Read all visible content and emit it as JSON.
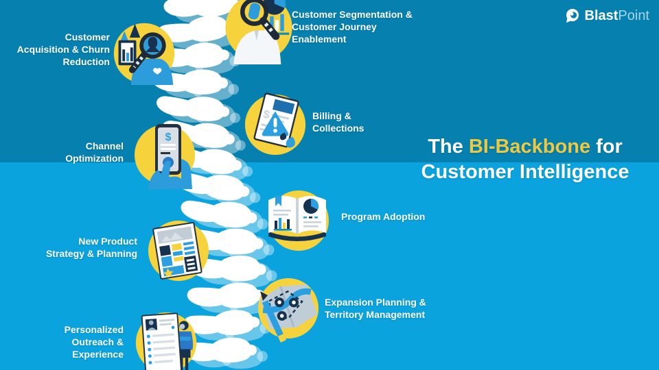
{
  "logo": {
    "icon": "blastpoint-pin-icon",
    "brand_bold": "Blast",
    "brand_light": "Point"
  },
  "title": {
    "prefix": "The ",
    "highlight": "BI-Backbone",
    "suffix": " for",
    "line2": "Customer Intelligence"
  },
  "labels": [
    {
      "id": "customer-acquisition",
      "text": "Customer\nAcquisition & Churn\nReduction",
      "icon": "magnifier-customer-chart-icon"
    },
    {
      "id": "customer-segmentation",
      "text": "Customer Segmentation &\nCustomer Journey\nEnablement",
      "icon": "magnifier-person-analytics-icon"
    },
    {
      "id": "billing-collections",
      "text": "Billing &\nCollections",
      "icon": "invoice-alert-icon"
    },
    {
      "id": "channel-optimization",
      "text": "Channel\nOptimization",
      "icon": "mobile-payment-icon"
    },
    {
      "id": "program-adoption",
      "text": "Program Adoption",
      "icon": "open-book-analytics-icon"
    },
    {
      "id": "new-product",
      "text": "New Product\nStrategy & Planning",
      "icon": "product-plan-newspaper-icon"
    },
    {
      "id": "expansion-planning",
      "text": "Expansion Planning &\nTerritory Management",
      "icon": "territory-map-pins-icon"
    },
    {
      "id": "personalized-outreach",
      "text": "Personalized\nOutreach &\nExperience",
      "icon": "resume-person-icon"
    }
  ],
  "colors": {
    "bg_top": "#0580AF",
    "bg_bottom": "#0AA3DE",
    "title_yellow": "#ECC940",
    "circle_yellow": "#F6D33C",
    "navy": "#16324F",
    "mid_blue": "#2D9CDB",
    "white": "#FFFFFF"
  }
}
